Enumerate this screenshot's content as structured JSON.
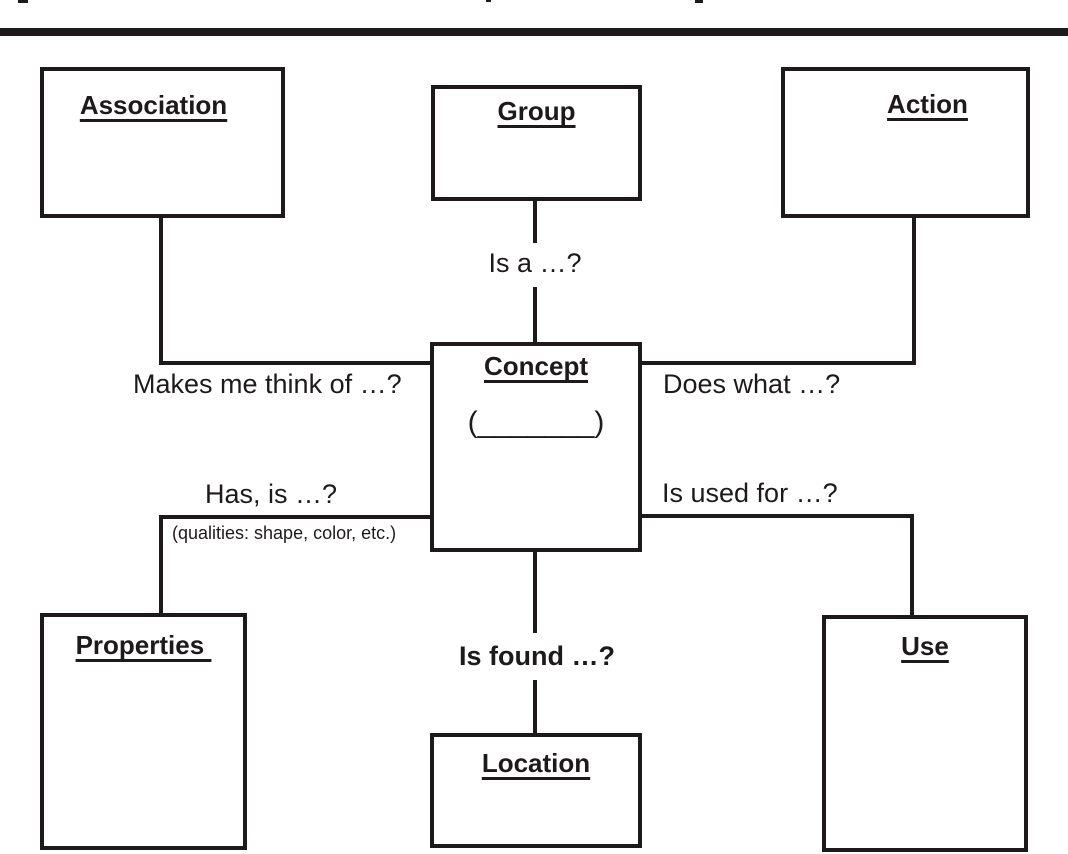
{
  "page": {
    "background": "#ffffff",
    "ink_color": "#1e1a1b"
  },
  "diagram": {
    "nodes": {
      "association": {
        "label": "Association"
      },
      "group": {
        "label": "Group"
      },
      "action": {
        "label": "Action"
      },
      "concept": {
        "label": "Concept",
        "placeholder": "(_______)"
      },
      "properties": {
        "label": "Properties "
      },
      "location": {
        "label": "Location"
      },
      "use": {
        "label": "Use"
      }
    },
    "edge_labels": {
      "is_a": "Is a …?",
      "makes_me_think_of": "Makes me think of …?",
      "does_what": "Does what …?",
      "has_is": "Has, is …?",
      "qualities_note": "(qualities: shape, color, etc.)",
      "is_used_for": "Is used for …?",
      "is_found": "Is found …?"
    }
  }
}
